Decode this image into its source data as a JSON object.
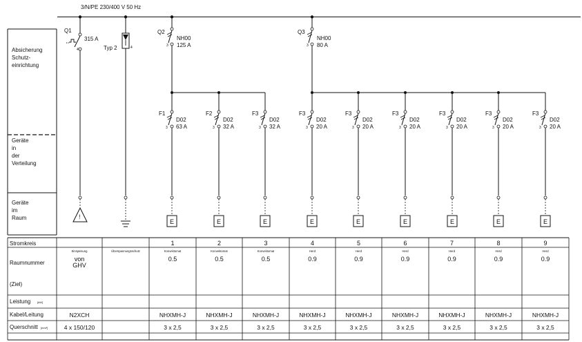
{
  "supply_label": "3/N/PE  230/400 V  50 Hz",
  "row_labels": {
    "absicherung": [
      "Absicherung",
      "Schutz-",
      "einrichtung"
    ],
    "verteilung": [
      "Geräte",
      "in",
      "der",
      "Verteilung"
    ],
    "raum": [
      "Geräte",
      "im",
      "Raum"
    ],
    "stromkreis": "Stromkreis",
    "raumnummer": "Raumnummer",
    "ziel": "(Ziel)",
    "leistung": "Leistung",
    "leistung_unit": "[kW]",
    "kabel": "Kabel/Leitung",
    "querschnitt": "Querschnitt",
    "querschnitt_unit": "[mm²]"
  },
  "q1": {
    "name": "Q1",
    "rating": "315 A",
    "pole": "4"
  },
  "spd": {
    "name": "Typ 2",
    "pole": "4"
  },
  "q2": {
    "name": "Q2",
    "type": "NH00",
    "rating": "125 A",
    "pole": "3"
  },
  "q3": {
    "name": "Q3",
    "type": "NH00",
    "rating": "80 A",
    "pole": "3"
  },
  "fuses": [
    {
      "name": "F1",
      "type": "D02",
      "rating": "63 A",
      "pole": "3"
    },
    {
      "name": "F2",
      "type": "D02",
      "rating": "32 A",
      "pole": "3"
    },
    {
      "name": "F3",
      "type": "D02",
      "rating": "32 A",
      "pole": "3"
    },
    {
      "name": "F3",
      "type": "D02",
      "rating": "20 A",
      "pole": "3"
    },
    {
      "name": "F3",
      "type": "D02",
      "rating": "20 A",
      "pole": "3"
    },
    {
      "name": "F3",
      "type": "D02",
      "rating": "20 A",
      "pole": "3"
    },
    {
      "name": "F3",
      "type": "D02",
      "rating": "20 A",
      "pole": "3"
    },
    {
      "name": "F3",
      "type": "D02",
      "rating": "20 A",
      "pole": "3"
    },
    {
      "name": "F3",
      "type": "D02",
      "rating": "20 A",
      "pole": "3"
    }
  ],
  "device_letter": "E",
  "table_columns": [
    {
      "stromkreis": "",
      "note": "Einspeisung",
      "raumnummer": [
        "von",
        "GHV"
      ],
      "leistung": "",
      "kabel": "N2XCH",
      "querschnitt": "4 x 150/120"
    },
    {
      "stromkreis": "",
      "note": "Überspannungsschutz",
      "raumnummer": [],
      "leistung": "",
      "kabel": "",
      "querschnitt": ""
    },
    {
      "stromkreis": "1",
      "note": "Konvektomat",
      "raumnummer": [
        "0.5"
      ],
      "leistung": "",
      "kabel": "NHXMH-J",
      "querschnitt": "3 x 2,5"
    },
    {
      "stromkreis": "2",
      "note": "Konvektomat",
      "raumnummer": [
        "0.5"
      ],
      "leistung": "",
      "kabel": "NHXMH-J",
      "querschnitt": "3 x 2,5"
    },
    {
      "stromkreis": "3",
      "note": "Konvektomat",
      "raumnummer": [
        "0.5"
      ],
      "leistung": "",
      "kabel": "NHXMH-J",
      "querschnitt": "3 x 2,5"
    },
    {
      "stromkreis": "4",
      "note": "Herd",
      "raumnummer": [
        "0.9"
      ],
      "leistung": "",
      "kabel": "NHXMH-J",
      "querschnitt": "3 x 2,5"
    },
    {
      "stromkreis": "5",
      "note": "Herd",
      "raumnummer": [
        "0.9"
      ],
      "leistung": "",
      "kabel": "NHXMH-J",
      "querschnitt": "3 x 2,5"
    },
    {
      "stromkreis": "6",
      "note": "Herd",
      "raumnummer": [
        "0.9"
      ],
      "leistung": "",
      "kabel": "NHXMH-J",
      "querschnitt": "3 x 2,5"
    },
    {
      "stromkreis": "7",
      "note": "Herd",
      "raumnummer": [
        "0.9"
      ],
      "leistung": "",
      "kabel": "NHXMH-J",
      "querschnitt": "3 x 2,5"
    },
    {
      "stromkreis": "8",
      "note": "Herd",
      "raumnummer": [
        "0.9"
      ],
      "leistung": "",
      "kabel": "NHXMH-J",
      "querschnitt": "3 x 2,5"
    },
    {
      "stromkreis": "9",
      "note": "Herd",
      "raumnummer": [
        "0.9"
      ],
      "leistung": "",
      "kabel": "NHXMH-J",
      "querschnitt": "3 x 2,5"
    }
  ]
}
